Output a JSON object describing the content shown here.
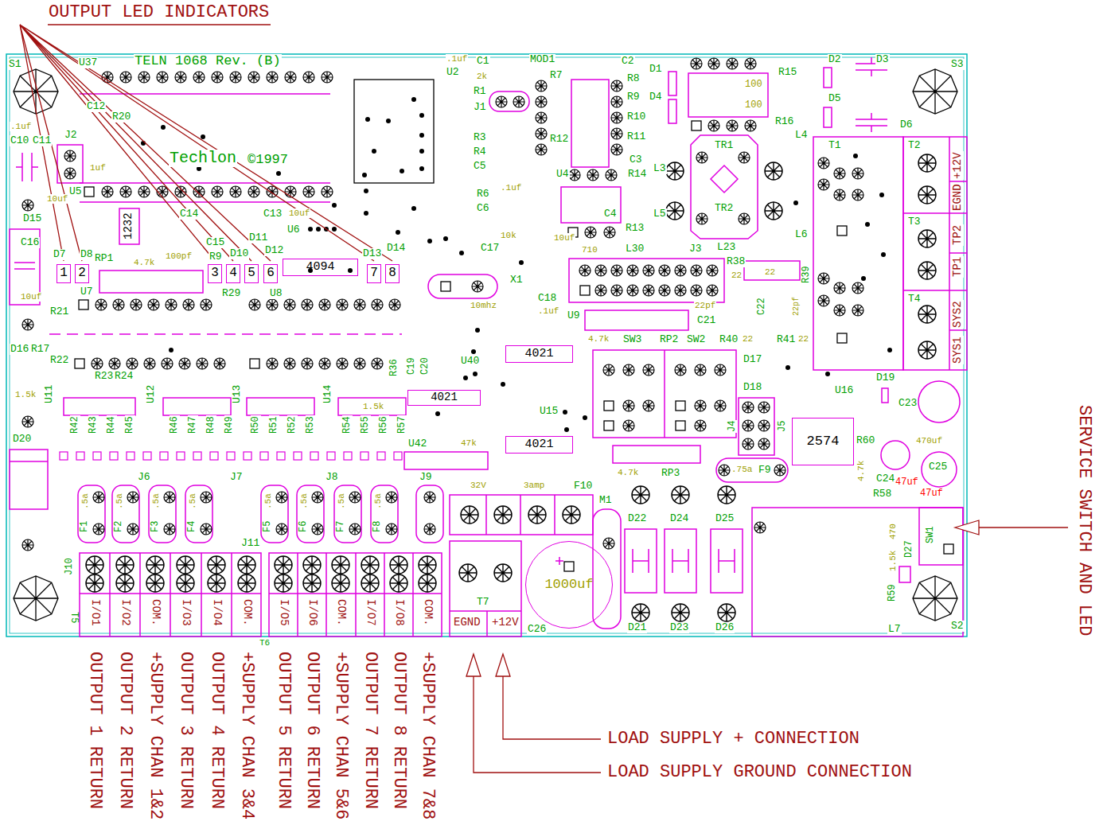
{
  "diagram": {
    "nodes": [
      {
        "text": [
          "4094"
        ]
      },
      {
        "text": [
          "4021"
        ]
      },
      {
        "text": [
          "4021"
        ]
      },
      {
        "text": [
          "4021"
        ]
      },
      {
        "text": [
          "2574"
        ]
      },
      {
        "text": [
          "1"
        ]
      },
      {
        "text": [
          "2"
        ]
      },
      {
        "text": [
          "3"
        ]
      },
      {
        "text": [
          "4"
        ]
      },
      {
        "text": [
          "5"
        ]
      },
      {
        "text": [
          "6"
        ]
      },
      {
        "text": [
          "7"
        ]
      },
      {
        "text": [
          "8"
        ]
      },
      {
        "text": [
          "1000uf"
        ]
      }
    ],
    "labels": [
      "OUTPUT LED INDICATORS",
      "SERVICE SWITCH AND LED",
      "LOAD SUPPLY + CONNECTION",
      "LOAD SUPPLY GROUND CONNECTION",
      "OUTPUT 1 RETURN",
      "OUTPUT 2 RETURN",
      "+SUPPLY CHAN 1&2",
      "OUTPUT 3 RETURN",
      "OUTPUT 4 RETURN",
      "+SUPPLY CHAN 3&4",
      "OUTPUT 5 RETURN",
      "OUTPUT 6 RETURN",
      "+SUPPLY CHAN 5&6",
      "OUTPUT 7 RETURN",
      "OUTPUT 8 RETURN",
      "+SUPPLY CHAN 7&8",
      "I/O1",
      "I/O2",
      "COM.",
      "I/O3",
      "I/O4",
      "COM.",
      "I/O5",
      "I/O6",
      "COM.",
      "I/O7",
      "I/O8",
      "COM.",
      "T5",
      "T6",
      "EGND",
      "+12V",
      "T7",
      "C26",
      "+12V",
      "EGND",
      "TP2",
      "TP1",
      "SYS2",
      "SYS1",
      "T1",
      "T2",
      "T3",
      "T4",
      "S1",
      "S3",
      "S2",
      "U37",
      "TELN 1068 Rev. (B)",
      "Techlon",
      "©1997",
      "U2",
      ".1uf",
      "C1",
      "2k",
      "R1",
      "J1",
      "R3",
      "R4",
      "C5",
      "R6",
      "C6",
      "MOD1",
      "R7",
      "C2",
      "R8",
      "R9",
      "R10",
      "R11",
      "R12",
      "D1",
      "D4",
      "U4",
      "R14",
      "C3",
      "C4",
      "R13",
      "R15",
      "R16",
      "D2",
      "D3",
      "D5",
      "D6",
      "L4",
      "L3",
      "TR1",
      "TR2",
      "L5",
      "L6",
      "100",
      "100",
      "J2",
      "C10",
      ".1uf",
      "C11",
      "C12",
      "R20",
      "1uf",
      "U5",
      "10uf",
      "D15",
      "C16",
      "10uf",
      "D7",
      "D8",
      "RP1",
      "4.7k",
      "100pf",
      "1232",
      "C14",
      "C15",
      "R9",
      "D10",
      "D11",
      "D12",
      "C13",
      "10uf",
      "U6",
      "D13",
      "D14",
      "R21",
      "U7",
      "R29",
      "U8",
      "D16",
      "R17",
      "R22",
      "R23",
      "R24",
      "U11",
      "U12",
      "U13",
      "U14",
      "1.5k",
      "1.5k",
      "R42",
      "R43",
      "R44",
      "R45",
      "R46",
      "R47",
      "R48",
      "R49",
      "R50",
      "R51",
      "R52",
      "R53",
      "R54",
      "R55",
      "R56",
      "R57",
      "R36",
      "C19",
      "C20",
      "D20",
      "U40",
      "U15",
      "U42",
      "47k",
      "J9",
      "32V",
      "3amp",
      "F10",
      "M1",
      "X1",
      "10mhz",
      "C17",
      "10k",
      ".1uf",
      "C18",
      ".1uf",
      "U9",
      "10uf",
      "710",
      "L30",
      "J3",
      "L23",
      "R38",
      "22",
      "22",
      "R39",
      "22pf",
      "C21",
      "4.7k",
      "SW3",
      "RP2",
      "SW2",
      "R40",
      "22",
      "R41",
      "22",
      "C22",
      "22pf",
      "D17",
      "D18",
      "U16",
      "D19",
      "C23",
      "470uf",
      "R60",
      "C24",
      "C25",
      "4.7k",
      "R58",
      "47uf",
      "47uf",
      "470",
      "1.5k",
      "R59",
      "D27",
      "SW1",
      "L7",
      "J4",
      "J5",
      ".75a",
      "F9",
      "RP3",
      "4.7k",
      "D22",
      "D24",
      "D25",
      "D21",
      "D23",
      "D26",
      "J6",
      "J7",
      "J8",
      "J10",
      "J11",
      ".5a",
      "F1",
      ".5a",
      "F2",
      ".5a",
      "F3",
      ".5a",
      "F4",
      ".5a",
      "F5",
      ".5a",
      "F6",
      ".5a",
      "F7",
      ".5a",
      "F8"
    ]
  }
}
